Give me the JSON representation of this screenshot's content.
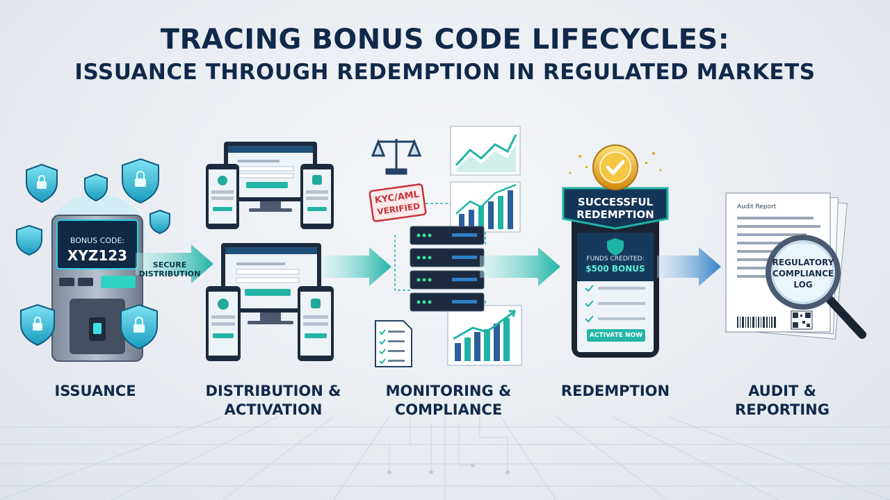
{
  "title": {
    "line1": "TRACING BONUS CODE LIFECYCLES:",
    "line2": "ISSUANCE THROUGH REDEMPTION IN REGULATED MARKETS"
  },
  "issuance": {
    "screen_label": "BONUS CODE:",
    "code": "XYZ123",
    "arrow_text_1": "SECURE",
    "arrow_text_2": "DISTRIBUTION"
  },
  "monitoring": {
    "stamp_line1": "KYC/AML",
    "stamp_line2": "VERIFIED"
  },
  "redemption": {
    "banner_line1": "SUCCESSFUL",
    "banner_line2": "REDEMPTION",
    "funds_label": "FUNDS CREDITED:",
    "funds_value": "$500 BONUS",
    "button_label": "ACTIVATE NOW"
  },
  "audit": {
    "report_title": "Audit Report",
    "magnifier_line1": "REGULATORY",
    "magnifier_line2": "COMPLIANCE",
    "magnifier_line3": "LOG"
  },
  "steps": [
    {
      "line1": "ISSUANCE",
      "line2": ""
    },
    {
      "line1": "DISTRIBUTION &",
      "line2": "ACTIVATION"
    },
    {
      "line1": "MONITORING &",
      "line2": "COMPLIANCE"
    },
    {
      "line1": "REDEMPTION",
      "line2": ""
    },
    {
      "line1": "AUDIT &",
      "line2": "REPORTING"
    }
  ],
  "colors": {
    "navy": "#10294a",
    "teal": "#1fb3a6",
    "accent_blue": "#2f7fc6",
    "gold": "#e2a91c",
    "stamp_red": "#c8323a"
  },
  "icons": [
    "shield-lock-icon",
    "scale-icon",
    "checklist-icon",
    "checkmark-badge-icon",
    "magnifier-icon",
    "qr-code-icon",
    "barcode-icon"
  ]
}
